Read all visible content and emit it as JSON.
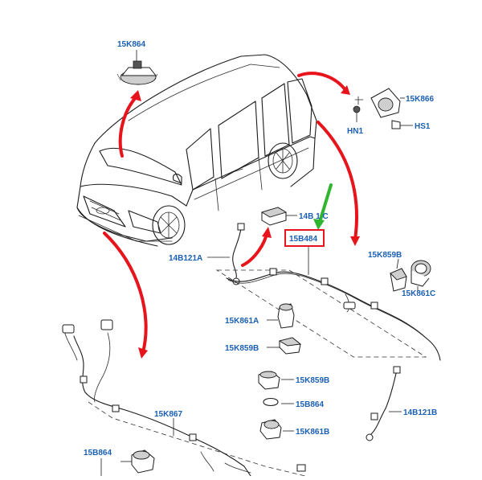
{
  "colors": {
    "label_text": "#1a5fb4",
    "arrow_red": "#e8141b",
    "arrow_green": "#2fb52f",
    "highlight_box": "#e8141b"
  },
  "labels": {
    "l_15K864": "15K864",
    "l_15K866": "15K866",
    "l_HN1": "HN1",
    "l_HS1": "HS1",
    "l_14B_C": "14B 1 C",
    "l_15B484": "15B484",
    "l_14B121A": "14B121A",
    "l_15K859B_right": "15K859B",
    "l_15K861C": "15K861C",
    "l_15K861A": "15K861A",
    "l_15K859B_left": "15K859B",
    "l_15K859B_center": "15K859B",
    "l_15B864_center": "15B864",
    "l_15K861B": "15K861B",
    "l_14B121B": "14B121B",
    "l_15K867": "15K867",
    "l_15B864_bottom": "15B864"
  }
}
